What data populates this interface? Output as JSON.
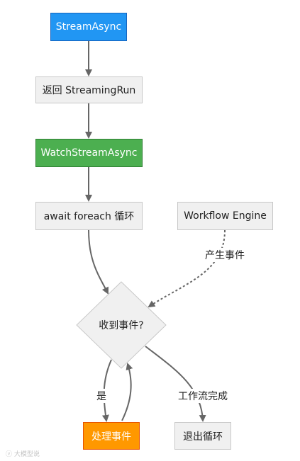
{
  "nodes": {
    "stream_async": "StreamAsync",
    "return_streaming_run": "返回 StreamingRun",
    "watch_stream_async": "WatchStreamAsync",
    "await_foreach": "await foreach 循环",
    "workflow_engine": "Workflow Engine",
    "event_received": "收到事件?",
    "handle_event": "处理事件",
    "exit_loop": "退出循环"
  },
  "edge_labels": {
    "produce_event": "产生事件",
    "yes": "是",
    "workflow_done": "工作流完成"
  },
  "watermark": "ⓥ 大模型说",
  "colors": {
    "blue": "#2196f3",
    "green": "#4caf50",
    "orange": "#ff9800",
    "grey": "#f0f0f0",
    "edge": "#666666"
  }
}
